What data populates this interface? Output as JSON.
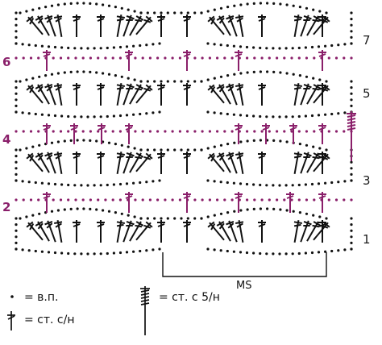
{
  "diagram": {
    "odd_row_labels": [
      "1",
      "3",
      "5",
      "7"
    ],
    "even_row_labels": [
      "2",
      "4",
      "6"
    ],
    "repeat_label": "MS",
    "colors": {
      "odd_rows": "#111111",
      "even_rows": "#8a1f6a"
    }
  },
  "legend": {
    "chain": {
      "symbol": "chain-dot-icon",
      "text": "= в.п."
    },
    "dc": {
      "symbol": "double-crochet-icon",
      "text": "= ст. с/н"
    },
    "dc5": {
      "symbol": "five-yarn-over-stitch-icon",
      "text": "= ст. с 5/н"
    }
  }
}
